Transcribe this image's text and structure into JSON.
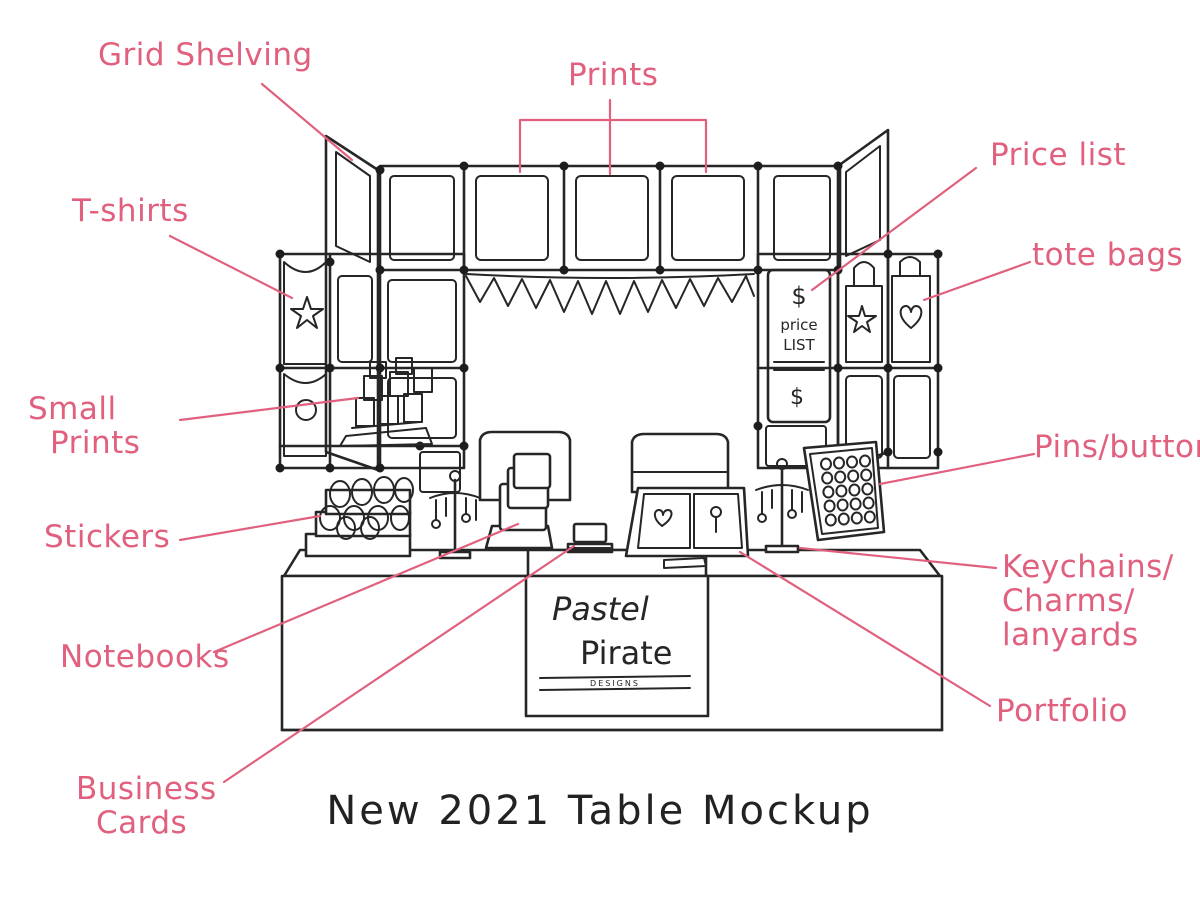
{
  "labels": {
    "grid_shelving": "Grid Shelving",
    "prints": "Prints",
    "price_list": "Price list",
    "tshirts": "T-shirts",
    "tote_bags": "tote bags",
    "small_prints": [
      "Small",
      "Prints"
    ],
    "pins_buttons": "Pins/buttons",
    "stickers": "Stickers",
    "keychains": [
      "Keychains/",
      "Charms/",
      "lanyards"
    ],
    "notebooks": "Notebooks",
    "portfolio": "Portfolio",
    "business_cards": [
      "Business",
      "Cards"
    ]
  },
  "sign": {
    "line1": "Pastel",
    "line2": "Pirate",
    "line3": "DESIGNS"
  },
  "price_board": {
    "symbol_top": "$",
    "line1": "price",
    "line2": "LIST",
    "symbol_bottom": "$"
  },
  "caption": "New 2021 Table Mockup",
  "colors": {
    "annotation": "#e0607e",
    "ink": "#262626",
    "background": "#ffffff"
  }
}
